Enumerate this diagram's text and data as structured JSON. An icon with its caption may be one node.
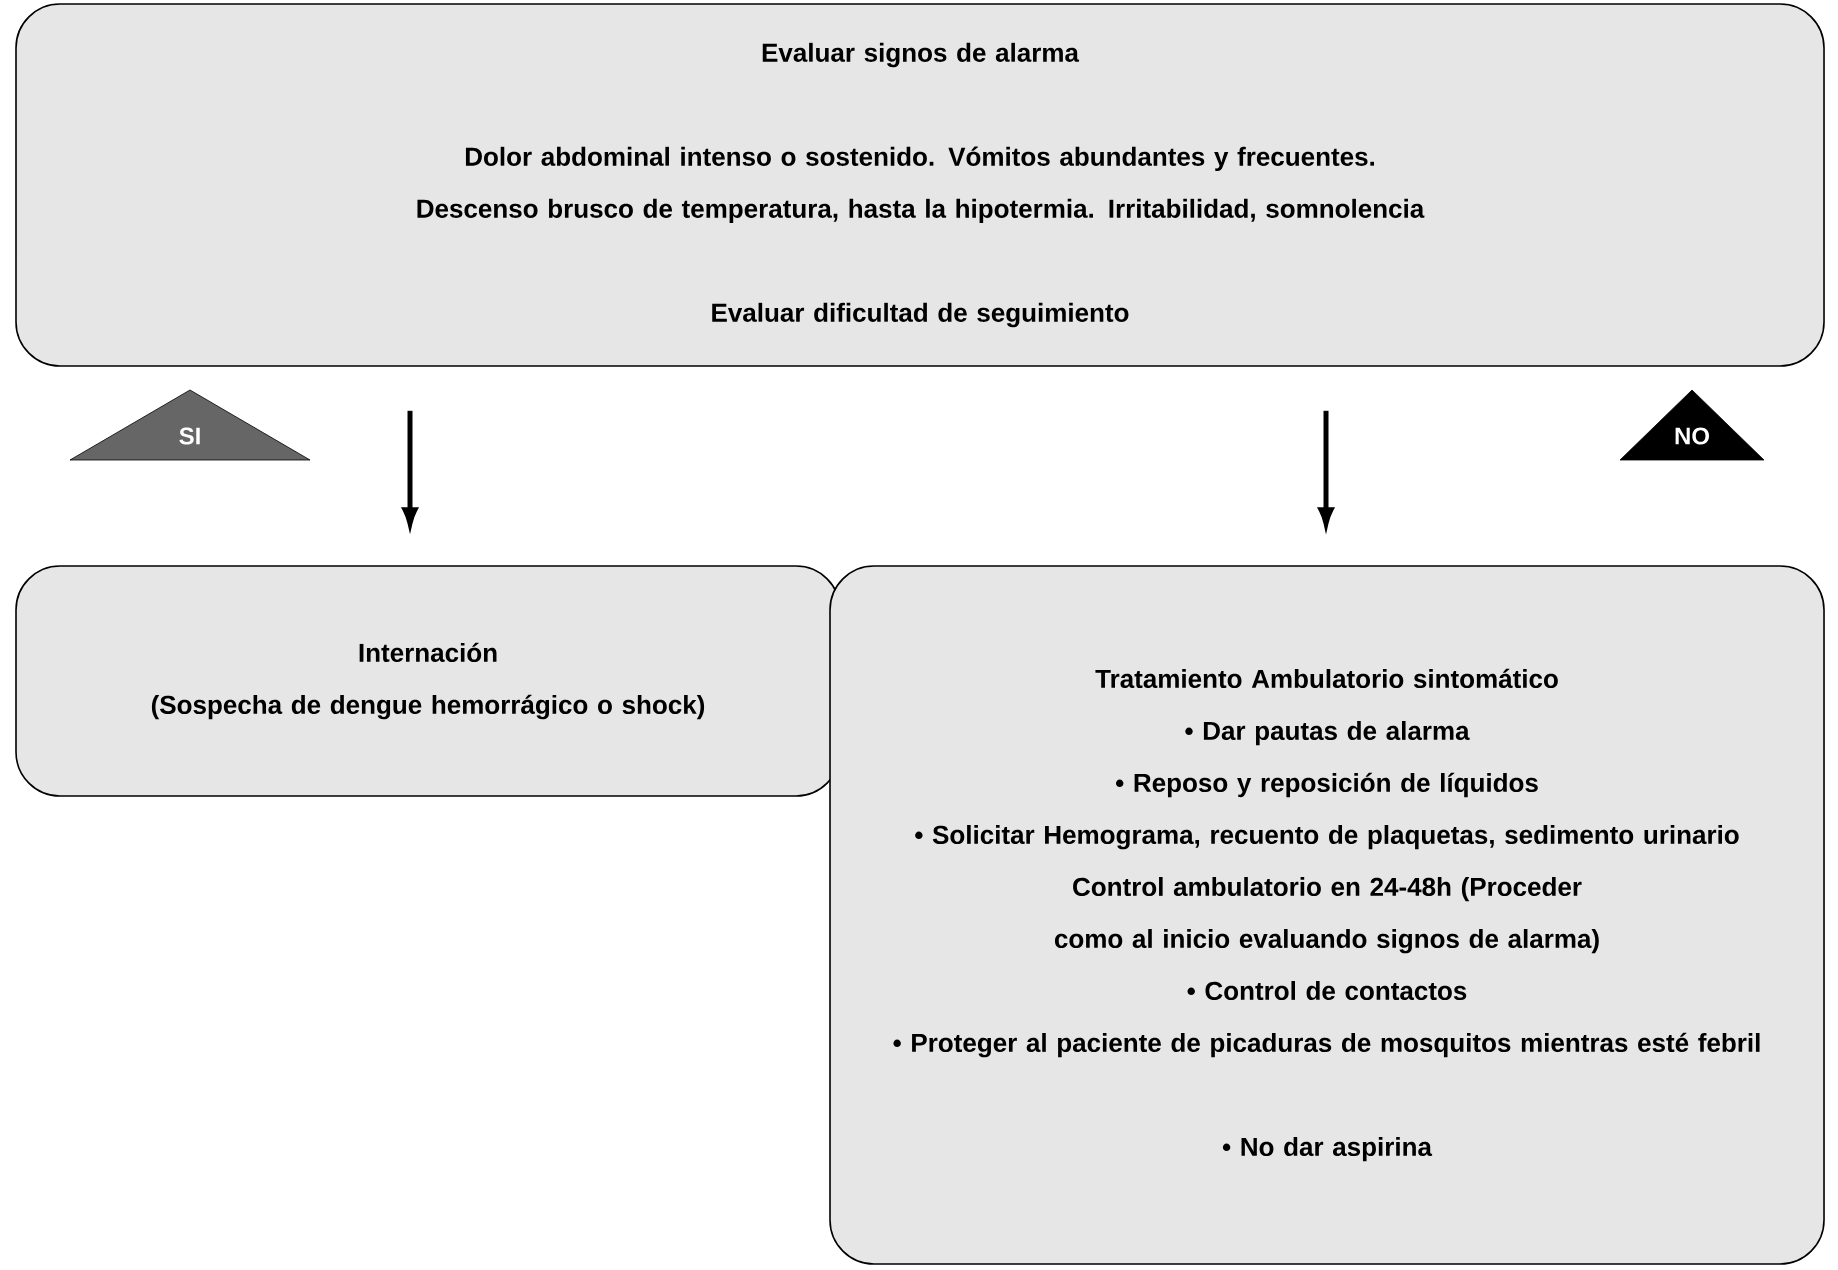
{
  "diagram": {
    "nodes": [
      {
        "text": [
          "Evaluar signos de alarma",
          "Dolor abdominal intenso o sostenido. Vómitos abundantes y frecuentes. Descenso brusco de temperatura, hasta la hipotermia. Irritabilidad, somnolencia",
          "Evaluar dificultad de seguimiento"
        ]
      },
      {
        "text": [
          "SI"
        ]
      },
      {
        "text": [
          "NO"
        ]
      },
      {
        "text": [
          "Internación",
          "(Sospecha de dengue hemorrágico o shock)"
        ]
      },
      {
        "text": [
          "Tratamiento Ambulatorio sintomático",
          "• Dar pautas de alarma",
          "• Reposo y reposición de líquidos",
          "• Solicitar Hemograma, recuento de plaquetas, sedimento urinario",
          "Control ambulatorio en 24-48h (Proceder como al inicio evaluando signos de alarma)",
          "• Control de contactos",
          "• Proteger al paciente de picaduras de mosquitos mientras esté febril",
          "• No dar aspirina"
        ]
      }
    ],
    "edges": [
      {
        "from": 0,
        "to": 3,
        "arrow": "to"
      },
      {
        "from": 0,
        "to": 4,
        "arrow": "to"
      }
    ]
  }
}
